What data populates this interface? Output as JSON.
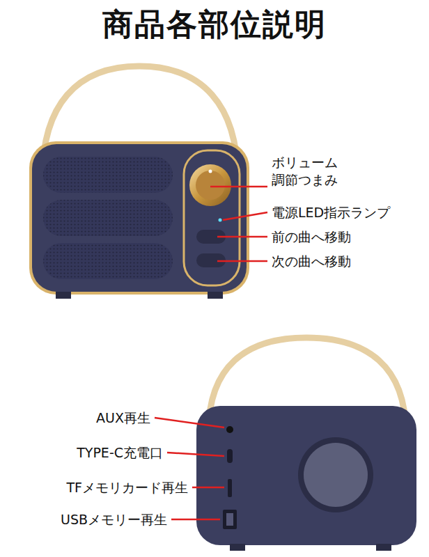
{
  "diagram": {
    "title": "商品各部位説明",
    "labels": [
      "ボリューム 調節つまみ",
      "電源LED指示ランプ",
      "前の曲へ移動",
      "次の曲へ移動",
      "AUX再生",
      "TYPE-C充電口",
      "TFメモリカード再生",
      "USBメモリー再生"
    ]
  }
}
